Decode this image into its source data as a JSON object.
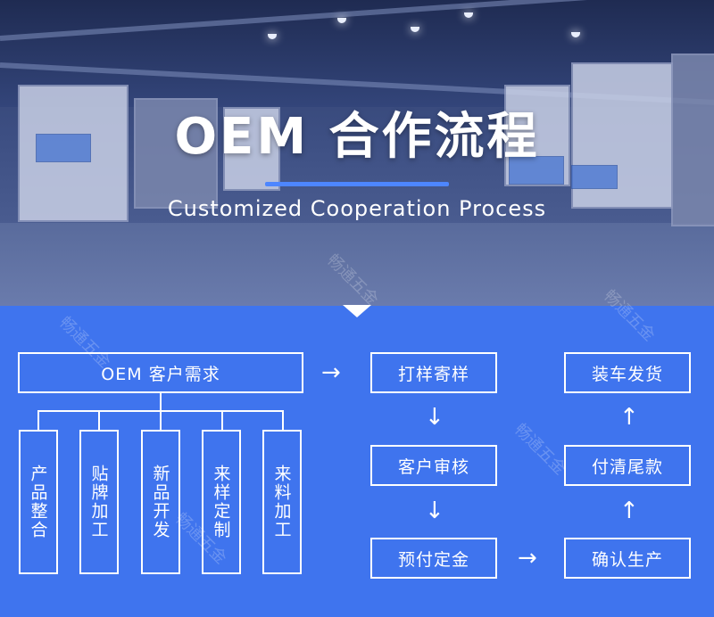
{
  "header": {
    "title": "OEM 合作流程",
    "subtitle": "Customized Cooperation Process"
  },
  "flow": {
    "demand": "OEM 客户需求",
    "options": [
      "产品整合",
      "贴牌加工",
      "新品开发",
      "来样定制",
      "来料加工"
    ],
    "middle_column": [
      "打样寄样",
      "客户审核",
      "预付定金"
    ],
    "right_column": [
      "装车发货",
      "付清尾款",
      "确认生产"
    ],
    "arrow_right": "→",
    "arrow_down": "↓",
    "arrow_up": "↑"
  },
  "watermark": "畅通五金",
  "colors": {
    "background_blue": "#3f74ee",
    "box_border": "#ffffff",
    "title_rule": "#4d86ff"
  }
}
